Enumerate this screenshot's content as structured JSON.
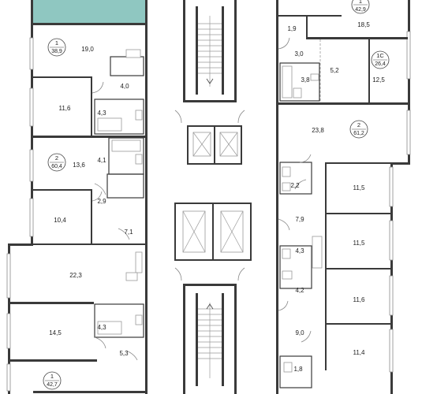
{
  "highlight_color": "#8fc7c1",
  "wall_color": "#3a3a3a",
  "apartments": [
    {
      "id": "apt-top-left",
      "number": "",
      "area": ""
    },
    {
      "id": "apt-left-1",
      "number": "1",
      "area": "38,9"
    },
    {
      "id": "apt-left-2",
      "number": "2",
      "area": "60,4"
    },
    {
      "id": "apt-left-bottom",
      "number": "1",
      "area": "42,7"
    },
    {
      "id": "apt-right-top",
      "number": "1",
      "area": "42,9"
    },
    {
      "id": "apt-right-1c",
      "number": "1С",
      "area": "26,4"
    },
    {
      "id": "apt-right-2",
      "number": "2",
      "area": "61,2"
    }
  ],
  "rooms": [
    {
      "id": "l-19-0",
      "label": "19,0"
    },
    {
      "id": "l-4-0",
      "label": "4,0"
    },
    {
      "id": "l-11-6",
      "label": "11,6"
    },
    {
      "id": "l-4-3a",
      "label": "4,3"
    },
    {
      "id": "l-13-6",
      "label": "13,6"
    },
    {
      "id": "l-4-1",
      "label": "4,1"
    },
    {
      "id": "l-10-4",
      "label": "10,4"
    },
    {
      "id": "l-2-9",
      "label": "2,9"
    },
    {
      "id": "l-7-1",
      "label": "7,1"
    },
    {
      "id": "l-22-3",
      "label": "22,3"
    },
    {
      "id": "l-14-5",
      "label": "14,5"
    },
    {
      "id": "l-4-3b",
      "label": "4,3"
    },
    {
      "id": "l-5-3",
      "label": "5,3"
    },
    {
      "id": "r-18-5",
      "label": "18,5"
    },
    {
      "id": "r-1-9",
      "label": "1,9"
    },
    {
      "id": "r-3-0",
      "label": "3,0"
    },
    {
      "id": "r-5-2",
      "label": "5,2"
    },
    {
      "id": "r-3-8",
      "label": "3,8"
    },
    {
      "id": "r-12-5",
      "label": "12,5"
    },
    {
      "id": "r-23-8",
      "label": "23,8"
    },
    {
      "id": "r-2-2",
      "label": "2,2"
    },
    {
      "id": "r-11-5a",
      "label": "11,5"
    },
    {
      "id": "r-7-9",
      "label": "7,9"
    },
    {
      "id": "r-11-5b",
      "label": "11,5"
    },
    {
      "id": "r-4-3",
      "label": "4,3"
    },
    {
      "id": "r-4-2",
      "label": "4,2"
    },
    {
      "id": "r-11-6",
      "label": "11,6"
    },
    {
      "id": "r-9-0",
      "label": "9,0"
    },
    {
      "id": "r-11-4",
      "label": "11,4"
    },
    {
      "id": "r-1-8",
      "label": "1,8"
    }
  ]
}
